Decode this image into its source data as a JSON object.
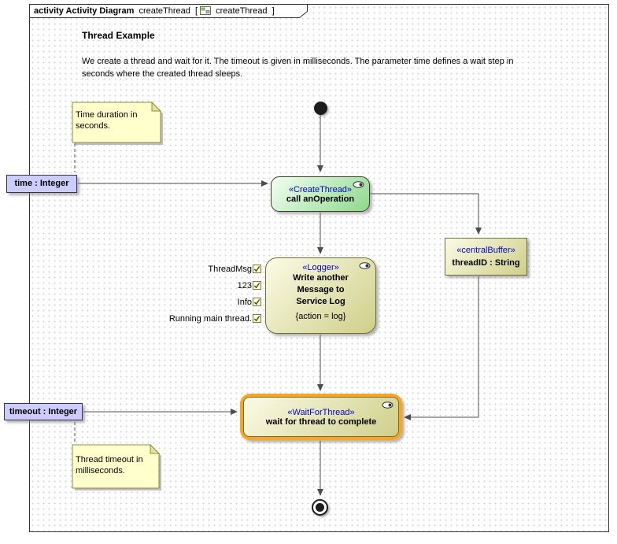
{
  "colors": {
    "stereotype_text": "#0404C8",
    "note_fill": "#FFFFCC",
    "note_border": "#8c8c46",
    "param_fill": "#CCCCFF",
    "action_green": "#8ED88E",
    "action_khaki": "#CFCF8A",
    "highlight_orange": "#FFA41E",
    "edge": "#4d4d4d"
  },
  "frame": {
    "kind": "activity Activity Diagram",
    "context_name": "createThread",
    "open_bracket": "[",
    "diagram_name": "createThread",
    "close_bracket": "]"
  },
  "header": {
    "title": "Thread Example",
    "description": "We create a thread and wait for it. The timeout is given in milliseconds. The parameter time defines a wait step in\nseconds where the created thread sleeps."
  },
  "notes": {
    "time": "Time duration in\nseconds.",
    "timeout": "Thread timeout in\nmilliseconds."
  },
  "activity_parameters": {
    "time": "time : Integer",
    "timeout": "timeout : Integer"
  },
  "nodes": {
    "create_thread": {
      "stereotype": "«CreateThread»",
      "name": "call anOperation"
    },
    "logger": {
      "stereotype": "«Logger»",
      "name_lines": [
        "Write another",
        "Message to",
        "Service Log"
      ],
      "local_postcondition": "{action = log}",
      "pins": [
        "ThreadMsg",
        "123",
        "Info",
        "Running main thread."
      ]
    },
    "central_buffer": {
      "stereotype": "«centralBuffer»",
      "name": "threadID : String"
    },
    "wait_for_thread": {
      "stereotype": "«WaitForThread»",
      "name": "wait for thread to complete"
    }
  }
}
